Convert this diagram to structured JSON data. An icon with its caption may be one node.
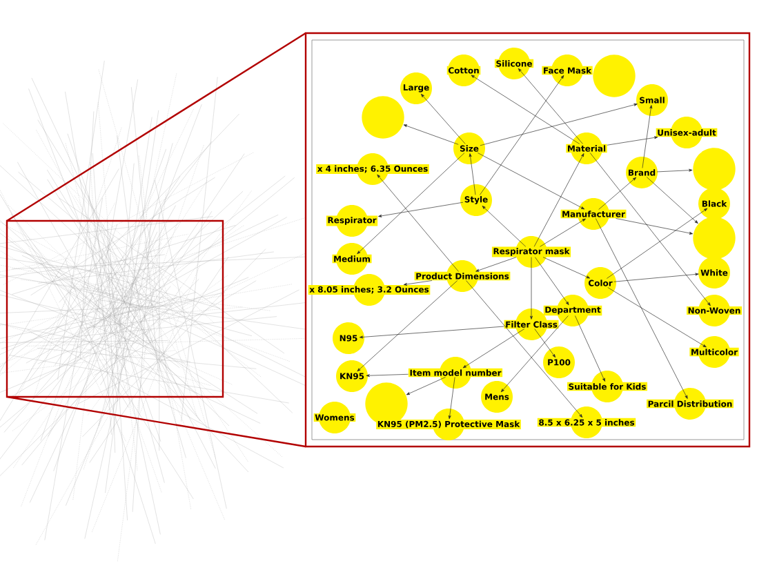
{
  "diagram": {
    "nodes": [
      {
        "text": [
          "Silicone"
        ]
      },
      {
        "text": [
          "Face Mask"
        ]
      },
      {
        "text": [
          "Cotton"
        ]
      },
      {
        "text": [],
        "shape": "circle"
      },
      {
        "text": [
          "Large"
        ]
      },
      {
        "text": [],
        "shape": "circle"
      },
      {
        "text": [
          "Small"
        ]
      },
      {
        "text": [
          "Unisex-adult"
        ]
      },
      {
        "text": [
          "N95"
        ]
      },
      {
        "text": [
          "x 4 inches; 6.35 Ounces"
        ]
      },
      {
        "text": [
          "Size"
        ]
      },
      {
        "text": [],
        "shape": "circle"
      },
      {
        "text": [
          "Brand"
        ]
      },
      {
        "text": [
          "Respirator"
        ]
      },
      {
        "text": [
          "Material"
        ]
      },
      {
        "text": [
          "Black"
        ]
      },
      {
        "text": [
          "Medium"
        ]
      },
      {
        "text": [
          "Style"
        ]
      },
      {
        "text": [
          "Manufacturer"
        ]
      },
      {
        "text": [],
        "shape": "circle"
      },
      {
        "text": [
          "Respirator mask"
        ]
      },
      {
        "text": [
          "Color"
        ]
      },
      {
        "text": [
          "x 8.05 inches; 3.2 Ounces"
        ]
      },
      {
        "text": [
          "Department"
        ]
      },
      {
        "text": [
          "Filter Class"
        ]
      },
      {
        "text": [
          "Product Dimensions"
        ]
      },
      {
        "text": [
          "White"
        ]
      },
      {
        "text": [
          "KN95"
        ]
      },
      {
        "text": [
          "Multicolor"
        ]
      },
      {
        "text": [
          "Item model number"
        ]
      },
      {
        "text": [
          "Womens"
        ]
      },
      {
        "text": [
          "Non-Woven"
        ]
      },
      {
        "text": [
          "Parcil Distribution"
        ]
      },
      {
        "text": [],
        "shape": "circle"
      },
      {
        "text": [
          "KN95 (PM2.5) Protective Mask"
        ]
      },
      {
        "text": [
          "Suitable for Kids"
        ]
      },
      {
        "text": [
          "P100"
        ]
      },
      {
        "text": [
          "Mens"
        ]
      },
      {
        "text": [
          "8.5 x 6.25 x 5 inches"
        ]
      }
    ],
    "edges": [
      {
        "from": 10,
        "to": 5,
        "arrow": "to"
      },
      {
        "from": 10,
        "to": 4,
        "arrow": "to"
      },
      {
        "from": 10,
        "to": 6,
        "arrow": "to"
      },
      {
        "from": 10,
        "to": 16,
        "arrow": "to"
      },
      {
        "from": 17,
        "to": 10,
        "arrow": "to"
      },
      {
        "from": 10,
        "to": 18,
        "arrow": "to"
      },
      {
        "from": 17,
        "to": 13,
        "arrow": "to"
      },
      {
        "from": 17,
        "to": 1,
        "arrow": "to"
      },
      {
        "from": 14,
        "to": 2,
        "arrow": "to"
      },
      {
        "from": 14,
        "to": 0,
        "arrow": "to"
      },
      {
        "from": 14,
        "to": 7,
        "arrow": "to"
      },
      {
        "from": 12,
        "to": 6,
        "arrow": "to"
      },
      {
        "from": 12,
        "to": 11,
        "arrow": "to"
      },
      {
        "from": 12,
        "to": 19,
        "arrow": "to"
      },
      {
        "from": 18,
        "to": 12,
        "arrow": "to"
      },
      {
        "from": 20,
        "to": 14,
        "arrow": "to"
      },
      {
        "from": 20,
        "to": 18,
        "arrow": "to"
      },
      {
        "from": 18,
        "to": 19,
        "arrow": "to"
      },
      {
        "from": 20,
        "to": 21,
        "arrow": "to"
      },
      {
        "from": 21,
        "to": 15,
        "arrow": "to"
      },
      {
        "from": 21,
        "to": 26,
        "arrow": "to"
      },
      {
        "from": 21,
        "to": 28,
        "arrow": "to"
      },
      {
        "from": 14,
        "to": 31,
        "arrow": "to"
      },
      {
        "from": 18,
        "to": 32,
        "arrow": "to"
      },
      {
        "from": 23,
        "to": 35,
        "arrow": "to"
      },
      {
        "from": 23,
        "to": 37,
        "arrow": "to"
      },
      {
        "from": 24,
        "to": 36,
        "arrow": "to"
      },
      {
        "from": 24,
        "to": 29,
        "arrow": "to"
      },
      {
        "from": 24,
        "to": 8,
        "arrow": "to"
      },
      {
        "from": 25,
        "to": 9,
        "arrow": "to"
      },
      {
        "from": 25,
        "to": 22,
        "arrow": "to"
      },
      {
        "from": 25,
        "to": 27,
        "arrow": "to"
      },
      {
        "from": 29,
        "to": 27,
        "arrow": "to"
      },
      {
        "from": 29,
        "to": 33,
        "arrow": "to"
      },
      {
        "from": 29,
        "to": 34,
        "arrow": "to"
      },
      {
        "from": 25,
        "to": 38,
        "arrow": "to"
      },
      {
        "from": 20,
        "to": 24,
        "arrow": "to"
      },
      {
        "from": 20,
        "to": 25,
        "arrow": "to"
      },
      {
        "from": 20,
        "to": 23,
        "arrow": "to"
      },
      {
        "from": 20,
        "to": 17,
        "arrow": "to"
      }
    ]
  }
}
